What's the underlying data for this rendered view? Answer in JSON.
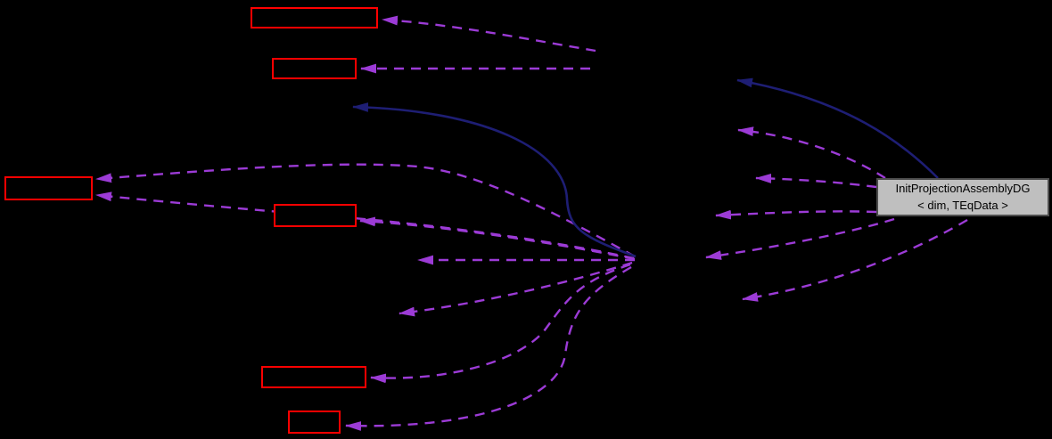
{
  "diagram": {
    "kind": "collaboration-graph",
    "background": "#000000",
    "colors": {
      "bg": "#000000",
      "edge-dashed": "#9c3bd6",
      "edge-solid": "#1e1e74",
      "red-node-border": "#ff0000",
      "red-node-fill": "#000000",
      "main-node-fill": "#bfbfbf",
      "main-node-border": "#4d4d4d",
      "main-node-text": "#000000"
    },
    "main_node": {
      "line1": "InitProjectionAssemblyDG",
      "line2": "< dim, TEqData >"
    },
    "counts": {
      "red_unlabeled_nodes": 6,
      "dashed_edges": 14,
      "solid_edges": 2
    }
  }
}
